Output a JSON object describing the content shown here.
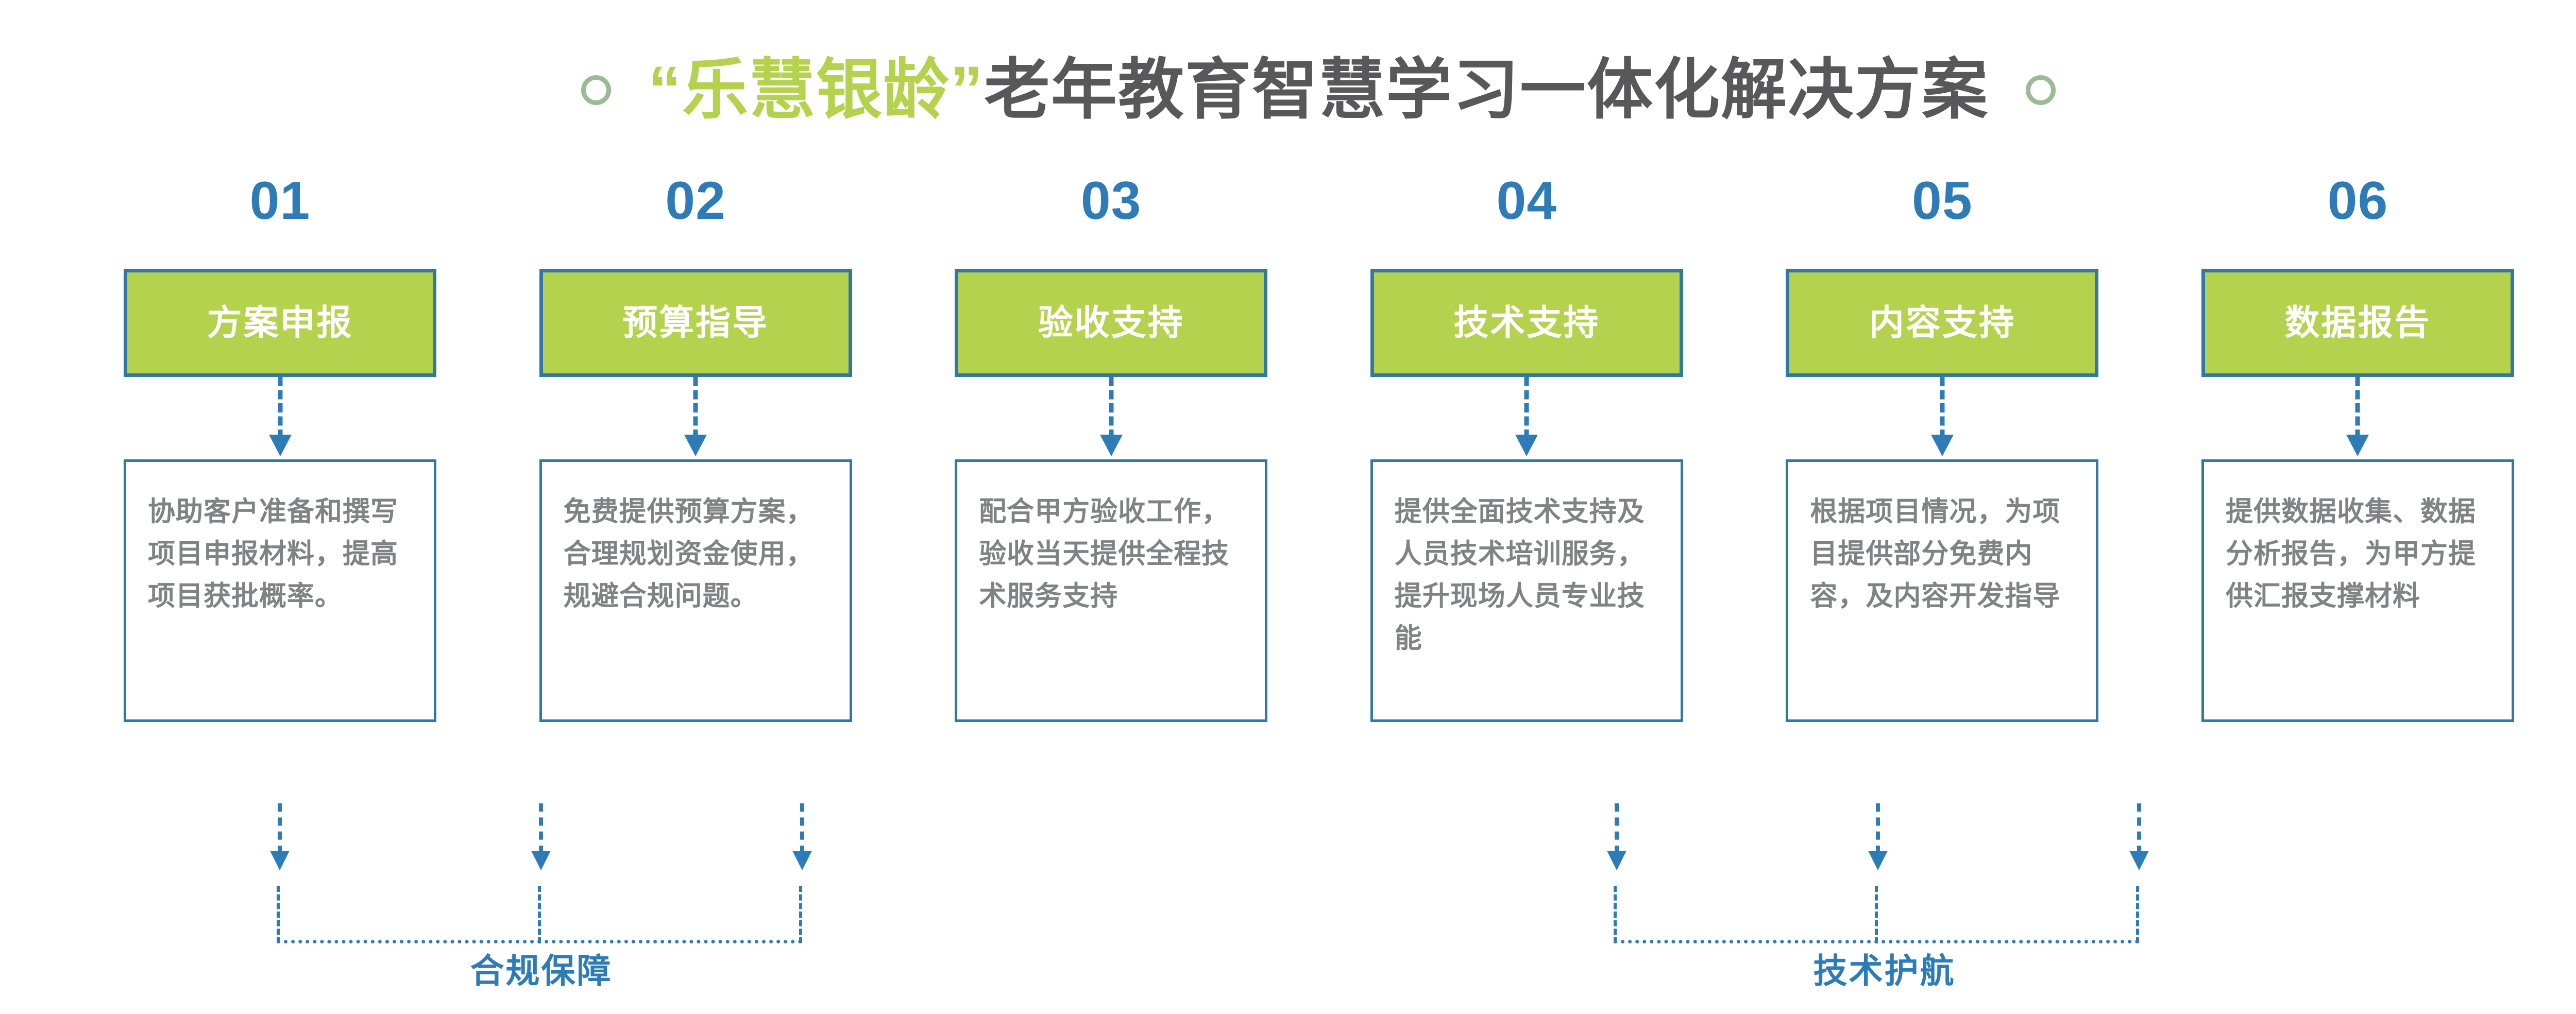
{
  "title": {
    "highlight": "“乐慧银龄”",
    "rest": "老年教育智慧学习一体化解决方案",
    "highlight_color": "#b4d24e",
    "rest_color": "#58585a",
    "decoration": "ring-outline",
    "decoration_color": "#93b58c"
  },
  "palette": {
    "green_fill": "#b4d24e",
    "blue_border": "#3178a4",
    "blue_accent": "#2d7cb8",
    "body_text": "#808285",
    "white": "#ffffff"
  },
  "steps": [
    {
      "number": "01",
      "title": "方案申报",
      "desc": "协助客户准备和撰写项目申报材料，提高项目获批概率。"
    },
    {
      "number": "02",
      "title": "预算指导",
      "desc": "免费提供预算方案，合理规划资金使用，规避合规问题。"
    },
    {
      "number": "03",
      "title": "验收支持",
      "desc": "配合甲方验收工作，验收当天提供全程技术服务支持"
    },
    {
      "number": "04",
      "title": "技术支持",
      "desc": "提供全面技术支持及人员技术培训服务，提升现场人员专业技能"
    },
    {
      "number": "05",
      "title": "内容支持",
      "desc": "根据项目情况，为项目提供部分免费内容，及内容开发指导"
    },
    {
      "number": "06",
      "title": "数据报告",
      "desc": "提供数据收集、数据分析报告，为甲方提供汇报支撑材料"
    }
  ],
  "brackets": [
    {
      "label": "合规保障",
      "covers": [
        "01",
        "02",
        "03"
      ]
    },
    {
      "label": "技术护航",
      "covers": [
        "04",
        "05",
        "06"
      ]
    }
  ]
}
